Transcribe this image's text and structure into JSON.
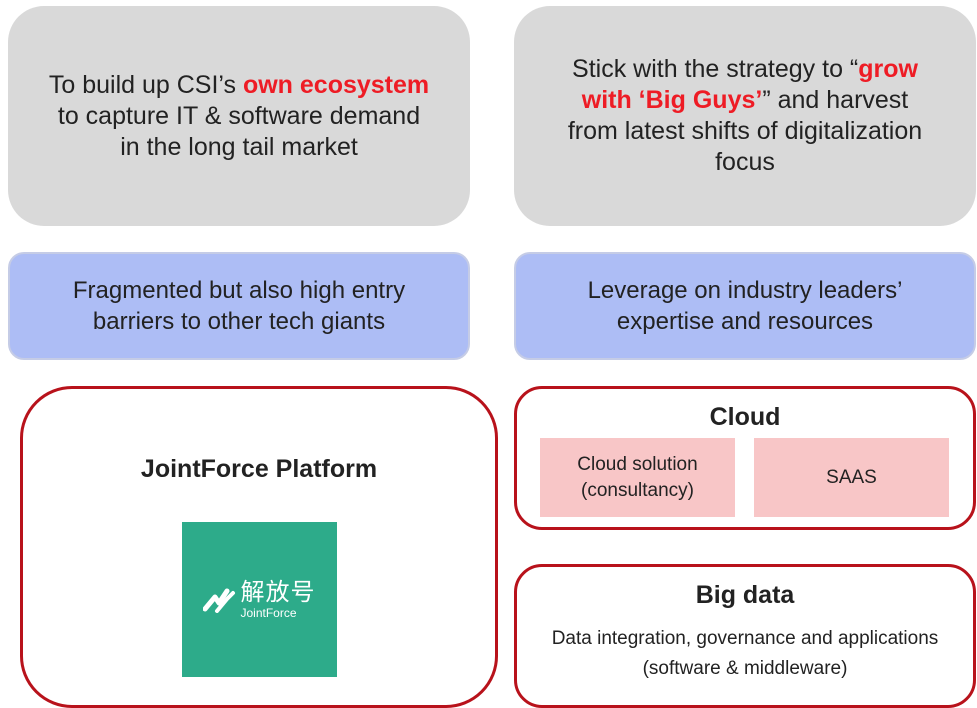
{
  "top_left": {
    "part1": "To build up CSI’s ",
    "highlight": "own ecosystem",
    "part2": " to capture IT & software demand in the long tail market"
  },
  "top_right": {
    "part1": "Stick with the strategy to “",
    "highlight": "grow with ‘Big Guys’",
    "part2": "” and harvest from latest shifts of digitalization focus"
  },
  "mid_left": "Fragmented but also high entry barriers to other tech giants",
  "mid_right": "Leverage on industry leaders’ expertise and resources",
  "platform": {
    "title": "JointForce Platform",
    "logo_cn": "解放号",
    "logo_en": "JointForce"
  },
  "cloud": {
    "title": "Cloud",
    "items": [
      "Cloud solution (consultancy)",
      "SAAS"
    ]
  },
  "big_data": {
    "title": "Big data",
    "description": "Data integration, governance and applications (software & middleware)"
  },
  "colors": {
    "highlight": "#ee1c25",
    "outline": "#b8121b",
    "logo_bg": "#2dab8a"
  }
}
